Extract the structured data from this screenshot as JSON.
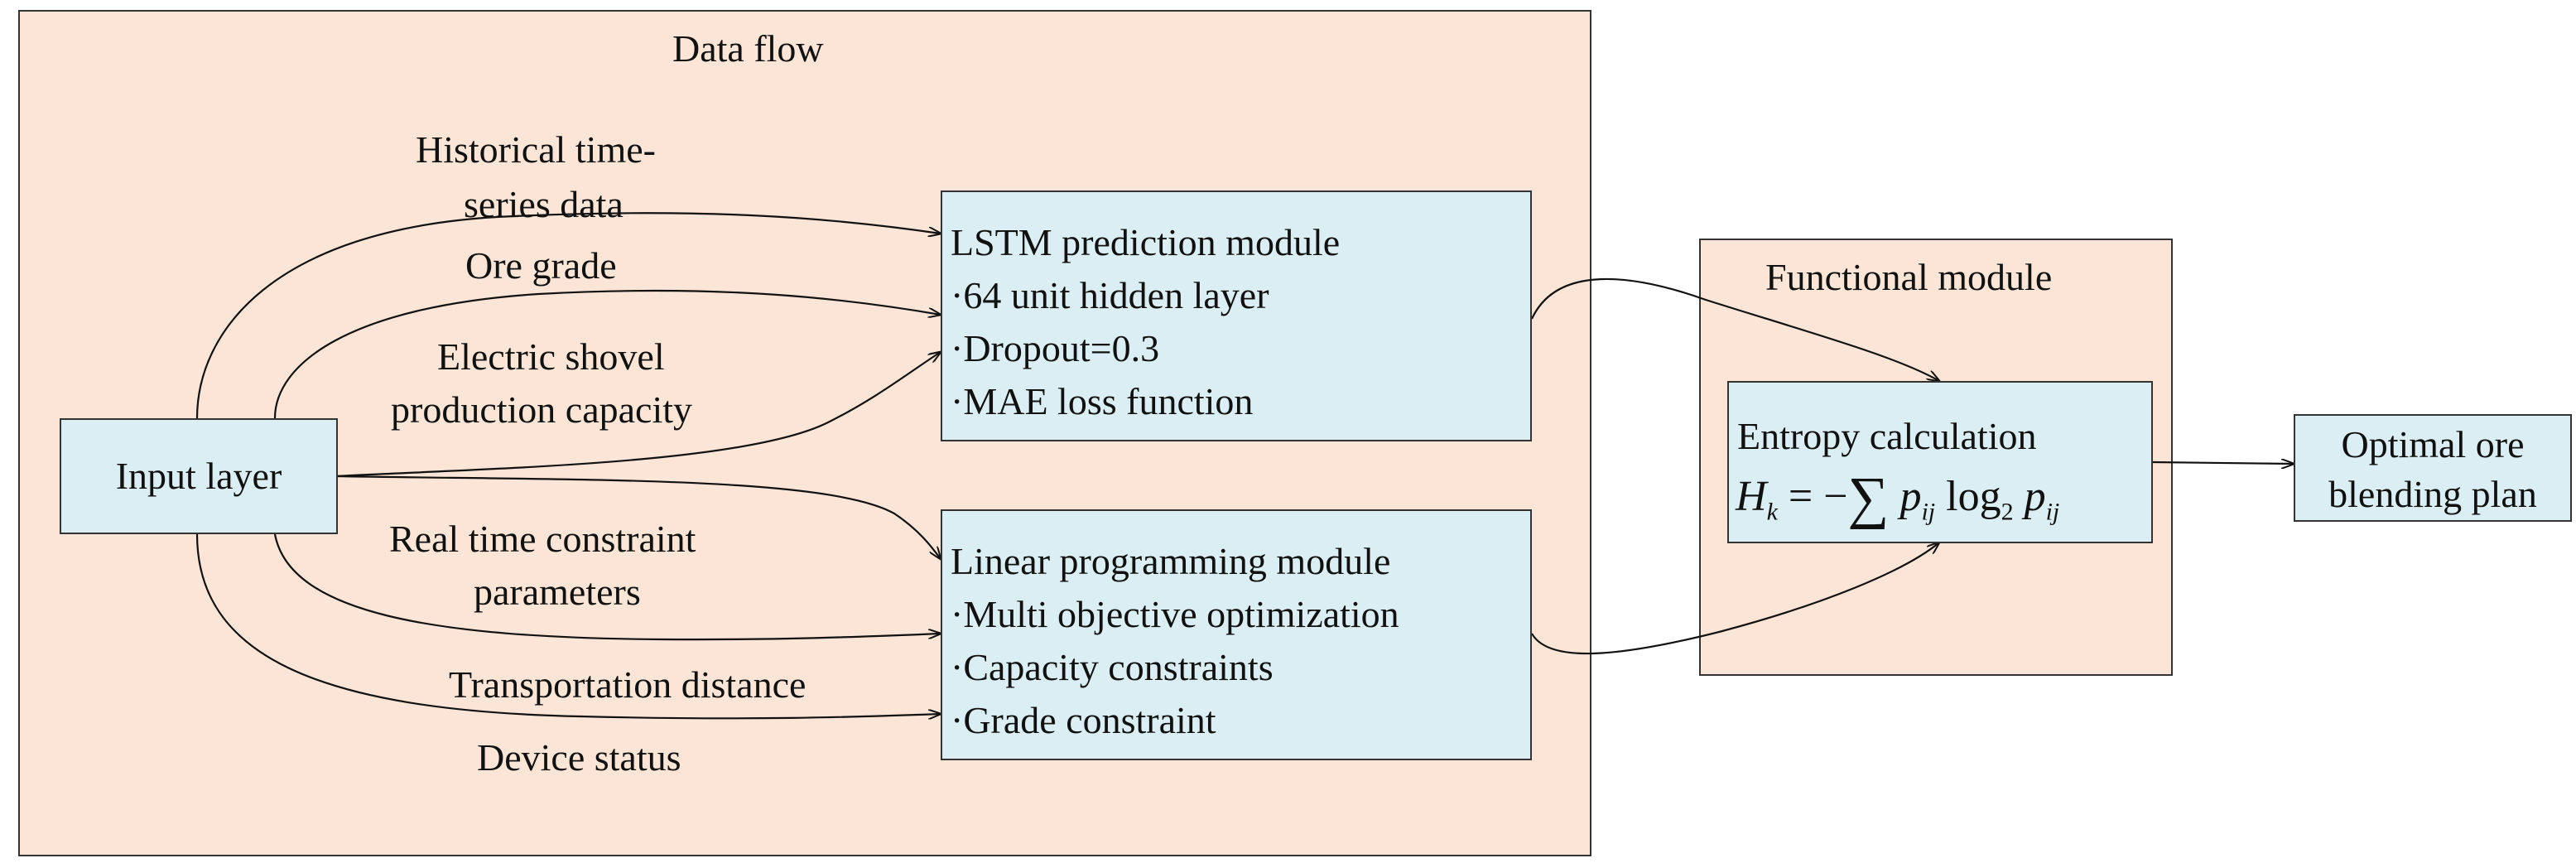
{
  "diagram": {
    "data_flow_title": "Data flow",
    "functional_title": "Functional module",
    "input_layer": "Input layer",
    "inputs": {
      "historical_line1": "Historical time-",
      "historical_line2": "series data",
      "ore_grade": "Ore grade",
      "shovel_line1": "Electric shovel",
      "shovel_line2": "production capacity",
      "constraint_line1": "Real time constraint",
      "constraint_line2": "parameters",
      "transport": "Transportation distance",
      "device": "Device status"
    },
    "lstm": {
      "title": "LSTM prediction module",
      "items": [
        "·64 unit hidden layer",
        "·Dropout=0.3",
        "·MAE loss function"
      ]
    },
    "lp": {
      "title": "Linear programming module",
      "items": [
        "·Multi objective optimization",
        "·Capacity constraints",
        "·Grade constraint"
      ]
    },
    "entropy": {
      "title": "Entropy calculation",
      "formula": {
        "lhs": "H",
        "lhs_sub": "k",
        "eq": "= −",
        "sigma": "∑",
        "p1": "p",
        "p1_sub": "ij",
        "log": "log",
        "log_sub": "2",
        "p2": "p",
        "p2_sub": "ij"
      }
    },
    "output_line1": "Optimal ore",
    "output_line2": "blending plan"
  }
}
